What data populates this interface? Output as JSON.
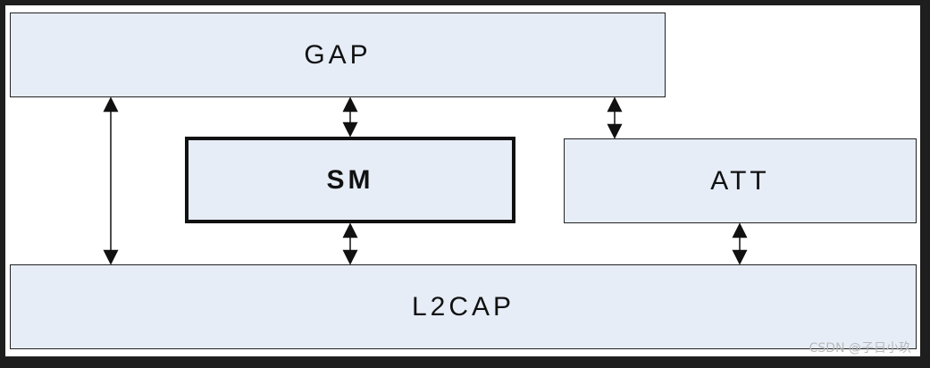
{
  "diagram": {
    "blocks": {
      "gap": "GAP",
      "sm": "SM",
      "att": "ATT",
      "l2cap": "L2CAP"
    },
    "connections": [
      {
        "from": "gap",
        "to": "l2cap"
      },
      {
        "from": "gap",
        "to": "sm"
      },
      {
        "from": "gap",
        "to": "att"
      },
      {
        "from": "sm",
        "to": "l2cap"
      },
      {
        "from": "att",
        "to": "l2cap"
      }
    ]
  },
  "watermark": "CSDN @子日小玖"
}
